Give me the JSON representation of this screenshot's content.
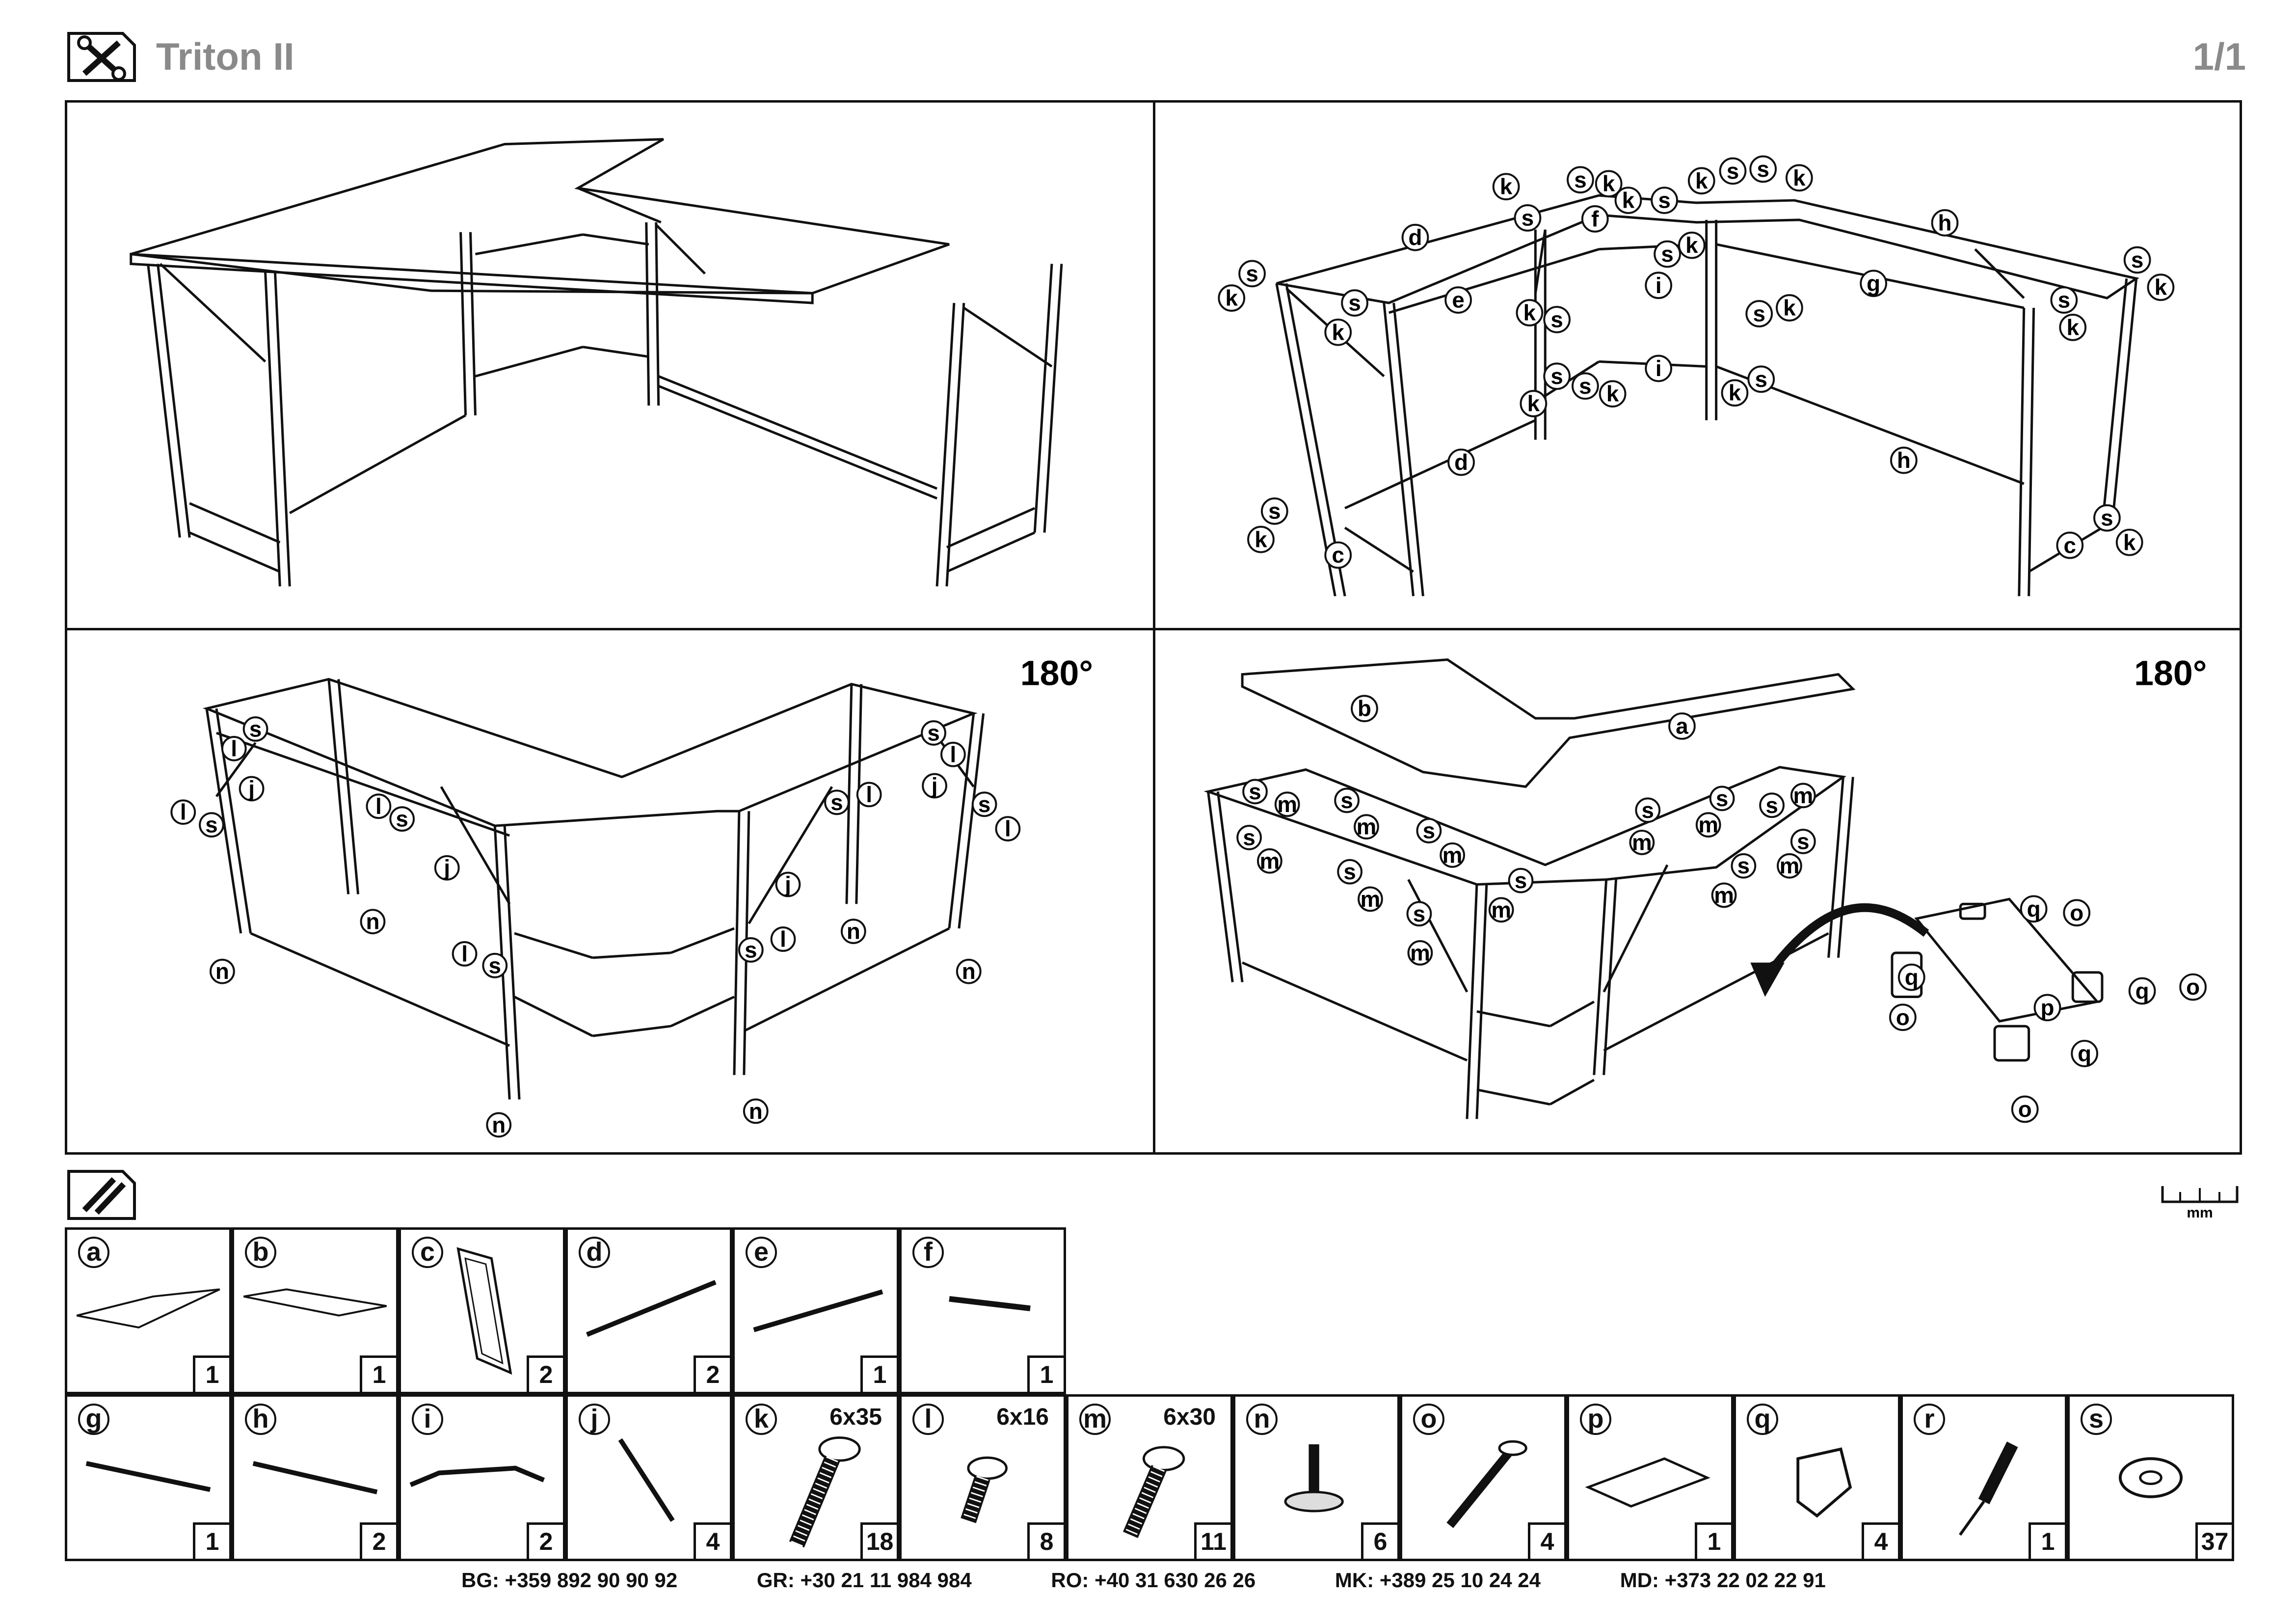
{
  "header": {
    "title": "Triton II",
    "page": "1/1",
    "icon": "tools-icon"
  },
  "steps": {
    "rotate_label_3": "180°",
    "rotate_label_4": "180°",
    "step1": {
      "icon": "desk-assembled-illustration"
    },
    "step2": {
      "labels": [
        "k",
        "s",
        "k",
        "k",
        "s",
        "k",
        "s",
        "s",
        "k",
        "s",
        "s",
        "k",
        "d",
        "f",
        "h",
        "s",
        "k",
        "s",
        "k",
        "e",
        "g",
        "i",
        "s",
        "k",
        "k",
        "s",
        "s",
        "k",
        "k",
        "s",
        "s",
        "i",
        "s",
        "k",
        "k",
        "s",
        "k",
        "d",
        "h",
        "s",
        "k",
        "s",
        "k",
        "c",
        "c"
      ]
    },
    "step3": {
      "labels": [
        "s",
        "l",
        "j",
        "l",
        "s",
        "l",
        "s",
        "j",
        "n",
        "n",
        "l",
        "s",
        "s",
        "l",
        "j",
        "j",
        "s",
        "l",
        "l",
        "s",
        "n",
        "n",
        "n",
        "n",
        "s",
        "l"
      ]
    },
    "step4": {
      "labels": [
        "b",
        "a",
        "s",
        "m",
        "s",
        "m",
        "s",
        "m",
        "s",
        "m",
        "s",
        "m",
        "s",
        "m",
        "s",
        "m",
        "s",
        "m",
        "s",
        "m",
        "s",
        "m",
        "s",
        "m",
        "s",
        "m",
        "q",
        "o",
        "q",
        "o",
        "q",
        "o",
        "q",
        "o",
        "p"
      ]
    }
  },
  "parts_header": {
    "icon": "screwdriver-icon",
    "ruler_unit": "mm"
  },
  "parts": [
    {
      "letter": "a",
      "qty": "1",
      "size": "",
      "icon": "desktop-panel-large"
    },
    {
      "letter": "b",
      "qty": "1",
      "size": "",
      "icon": "desktop-panel-small"
    },
    {
      "letter": "c",
      "qty": "2",
      "size": "",
      "icon": "side-frame"
    },
    {
      "letter": "d",
      "qty": "2",
      "size": "",
      "icon": "long-bar"
    },
    {
      "letter": "e",
      "qty": "1",
      "size": "",
      "icon": "long-bar"
    },
    {
      "letter": "f",
      "qty": "1",
      "size": "",
      "icon": "short-bar"
    },
    {
      "letter": "g",
      "qty": "1",
      "size": "",
      "icon": "long-bar"
    },
    {
      "letter": "h",
      "qty": "2",
      "size": "",
      "icon": "long-bar"
    },
    {
      "letter": "i",
      "qty": "2",
      "size": "",
      "icon": "bent-bar"
    },
    {
      "letter": "j",
      "qty": "4",
      "size": "",
      "icon": "diagonal-brace"
    },
    {
      "letter": "k",
      "qty": "18",
      "size": "6x35",
      "icon": "long-bolt"
    },
    {
      "letter": "l",
      "qty": "8",
      "size": "6x16",
      "icon": "short-bolt"
    },
    {
      "letter": "m",
      "qty": "11",
      "size": "6x30",
      "icon": "medium-bolt"
    },
    {
      "letter": "n",
      "qty": "6",
      "size": "",
      "icon": "leveling-foot"
    },
    {
      "letter": "o",
      "qty": "4",
      "size": "",
      "icon": "wood-screw"
    },
    {
      "letter": "p",
      "qty": "1",
      "size": "",
      "icon": "shelf-panel"
    },
    {
      "letter": "q",
      "qty": "4",
      "size": "",
      "icon": "bracket"
    },
    {
      "letter": "r",
      "qty": "1",
      "size": "",
      "icon": "allen-key"
    },
    {
      "letter": "s",
      "qty": "37",
      "size": "",
      "icon": "washer"
    }
  ],
  "footer": [
    {
      "code": "BG:",
      "phone": "+359 892 90 90 92"
    },
    {
      "code": "GR:",
      "phone": "+30 21 11 984 984"
    },
    {
      "code": "RO:",
      "phone": "+40 31 630 26 26"
    },
    {
      "code": "MK:",
      "phone": "+389 25 10 24 24"
    },
    {
      "code": "MD:",
      "phone": "+373 22 02 22 91"
    }
  ]
}
